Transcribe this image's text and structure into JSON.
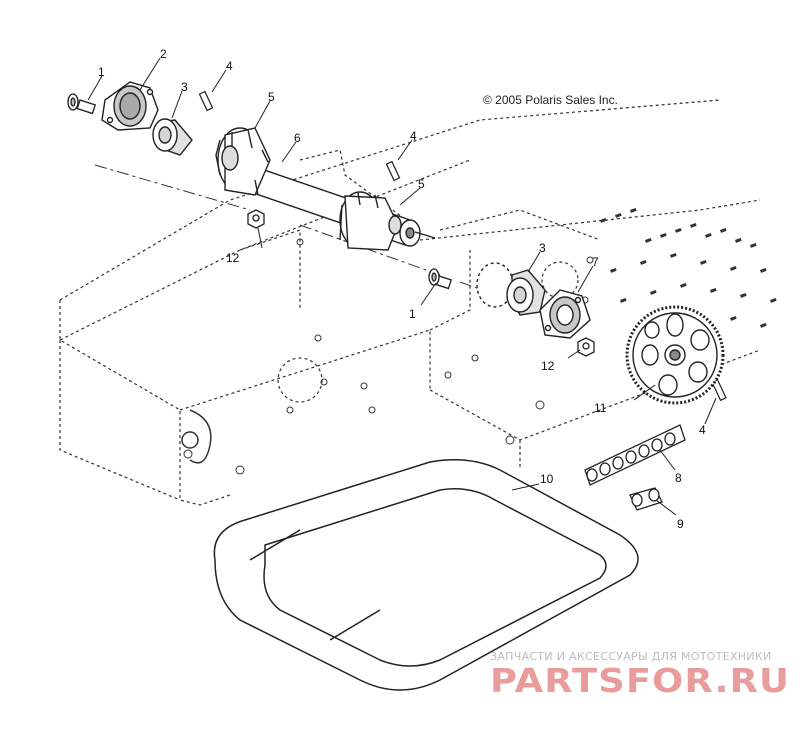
{
  "copyright": "© 2005 Polaris Sales Inc.",
  "watermark": {
    "tagline": "ЗАПЧАСТИ И АКСЕССУАРЫ ДЛЯ МОТОТЕХНИКИ",
    "logo_text": "PARTSFOR.RU",
    "color": "#d96a6a"
  },
  "callouts": {
    "c1a": "1",
    "c2": "2",
    "c3a": "3",
    "c4a": "4",
    "c5a": "5",
    "c6": "6",
    "c4b": "4",
    "c5b": "5",
    "c12a": "12",
    "c3b": "3",
    "c7": "7",
    "c1b": "1",
    "c12b": "12",
    "c11": "11",
    "c4c": "4",
    "c8": "8",
    "c10": "10",
    "c9": "9"
  },
  "colors": {
    "line": "#222222",
    "part_fill": "#ffffff",
    "shade": "#d9d9d9"
  }
}
